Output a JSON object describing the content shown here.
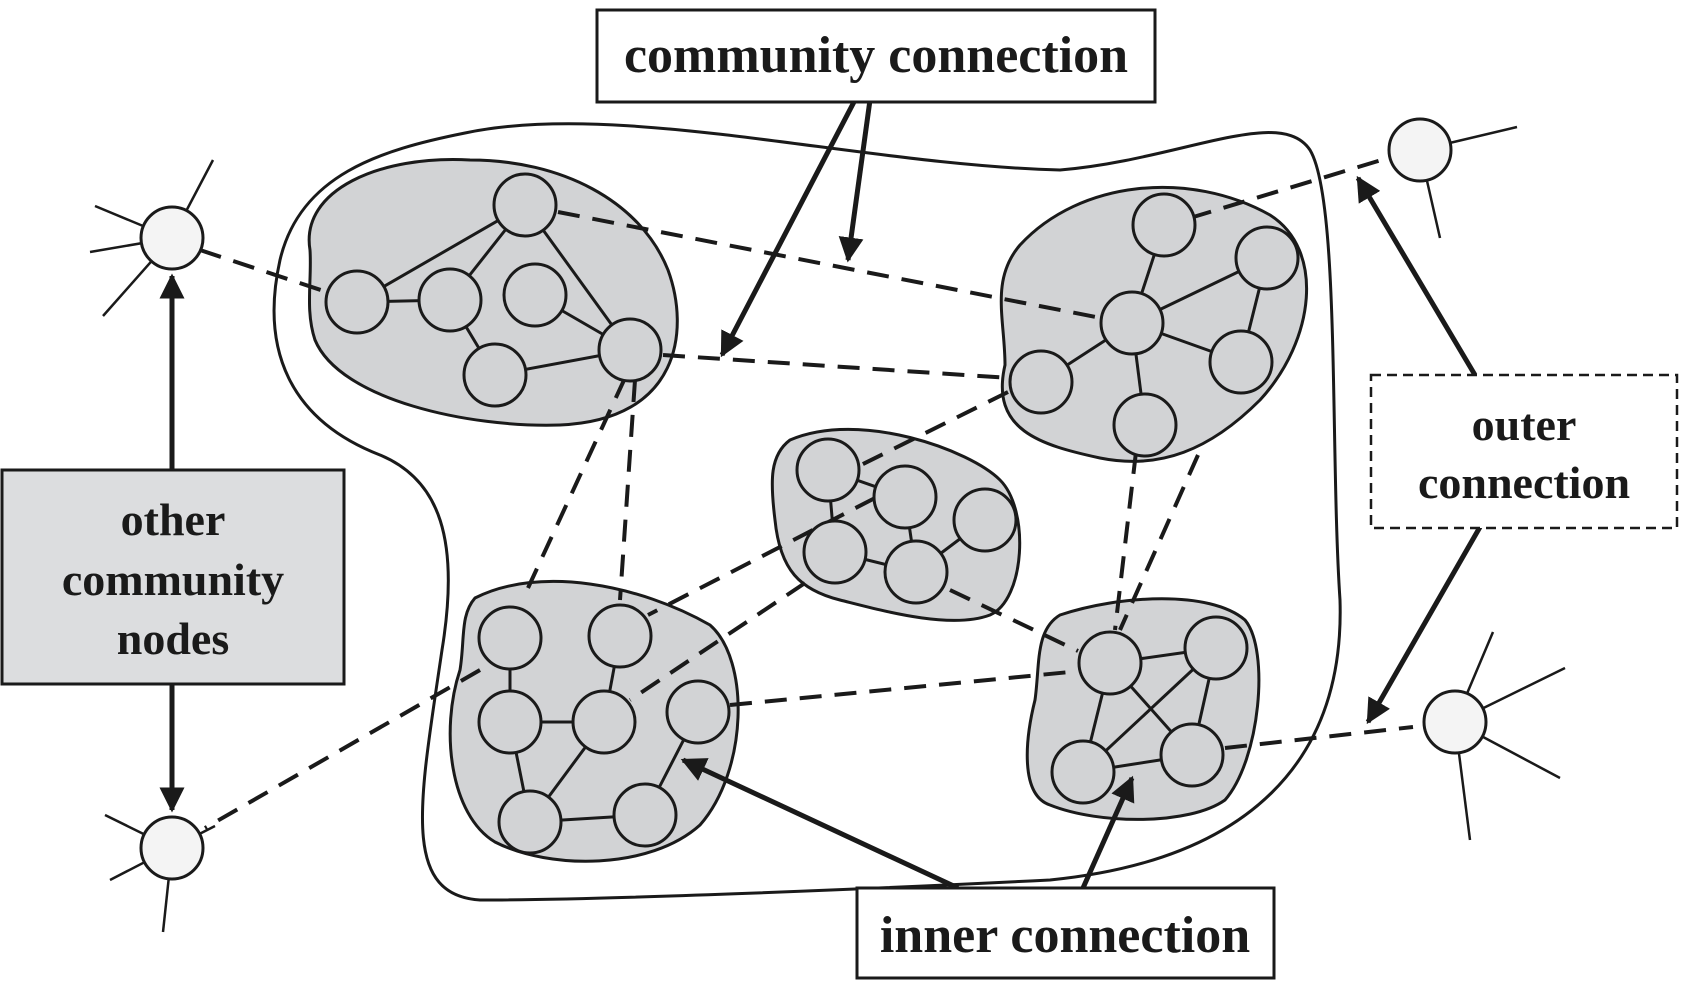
{
  "labels": {
    "community_connection": "community connection",
    "outer_connection_line1": "outer",
    "outer_connection_line2": "connection",
    "other_community_line1": "other",
    "other_community_line2": "community",
    "other_community_line3": "nodes",
    "inner_connection": "inner connection"
  },
  "colors": {
    "stroke": "#1a1a1a",
    "community_fill": "#d2d3d5",
    "node_fill": "#d2d3d5",
    "external_node_fill": "#f4f4f4",
    "box_fill": "#ffffff",
    "gray_box_fill": "#dcdddf"
  }
}
